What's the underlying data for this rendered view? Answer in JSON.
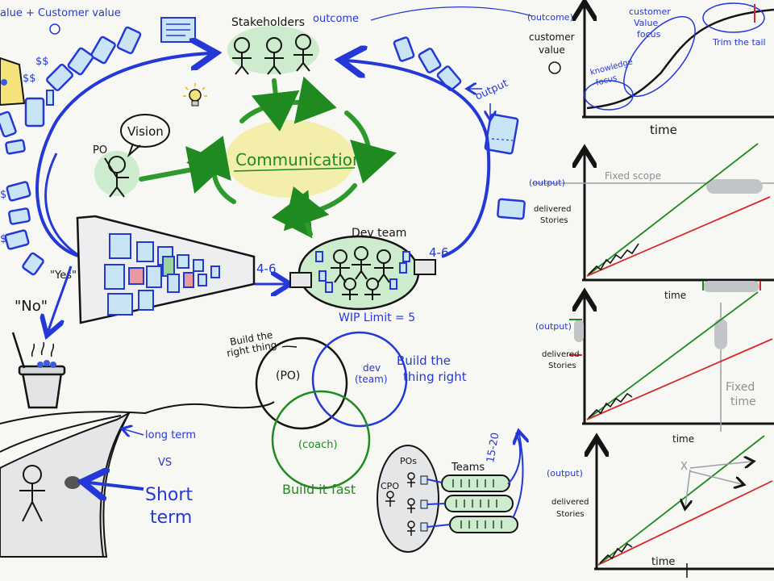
{
  "header": {
    "value_customer": "alue + Customer value",
    "dollar_1": "$$",
    "dollar_2": "$$",
    "dollar_3": "$",
    "dollar_4": "$"
  },
  "stakeholders": {
    "label": "Stakeholders",
    "outcome": "outcome"
  },
  "po": {
    "label": "PO",
    "vision": "Vision"
  },
  "communication": "Communication",
  "output_label": "output",
  "backlog": {
    "yes": "\"Yes\"",
    "no": "\"No\"",
    "flow_in": "4-6",
    "flow_out": "4-6"
  },
  "dev_team": {
    "label": "Dev team",
    "wip": "WIP Limit = 5"
  },
  "venn": {
    "build_right_thing_1": "Build the",
    "build_right_thing_2": "right thing",
    "po": "(PO)",
    "dev_1": "dev",
    "dev_2": "(team)",
    "build_thing_right_1": "Build the",
    "build_thing_right_2": "thing right",
    "coach": "(coach)",
    "build_fast": "Build it fast"
  },
  "scaling": {
    "pos": "POs",
    "teams": "Teams",
    "cpo": "CPO",
    "range": "15-20"
  },
  "road": {
    "long_term": "long term",
    "vs": "VS",
    "short_1": "Short",
    "short_2": "term"
  },
  "graphs": {
    "g1": {
      "outcome": "(outcome)",
      "ylabel_1": "customer",
      "ylabel_2": "value",
      "customer_value_1": "customer",
      "customer_value_2": "Value",
      "customer_value_3": "focus",
      "knowledge_1": "knowledge",
      "knowledge_2": "focus",
      "trim": "Trim the tail",
      "xlabel": "time"
    },
    "g2": {
      "output": "(output)",
      "fixed_scope": "Fixed scope",
      "ylabel_1": "delivered",
      "ylabel_2": "Stories",
      "xlabel": "time"
    },
    "g3": {
      "output": "(output)",
      "ylabel_1": "delivered",
      "ylabel_2": "Stories",
      "fixed_1": "Fixed",
      "fixed_2": "time",
      "xlabel": "time"
    },
    "g4": {
      "output": "(output)",
      "ylabel_1": "delivered",
      "ylabel_2": "Stories",
      "x_mark": "X",
      "xlabel": "time"
    }
  }
}
